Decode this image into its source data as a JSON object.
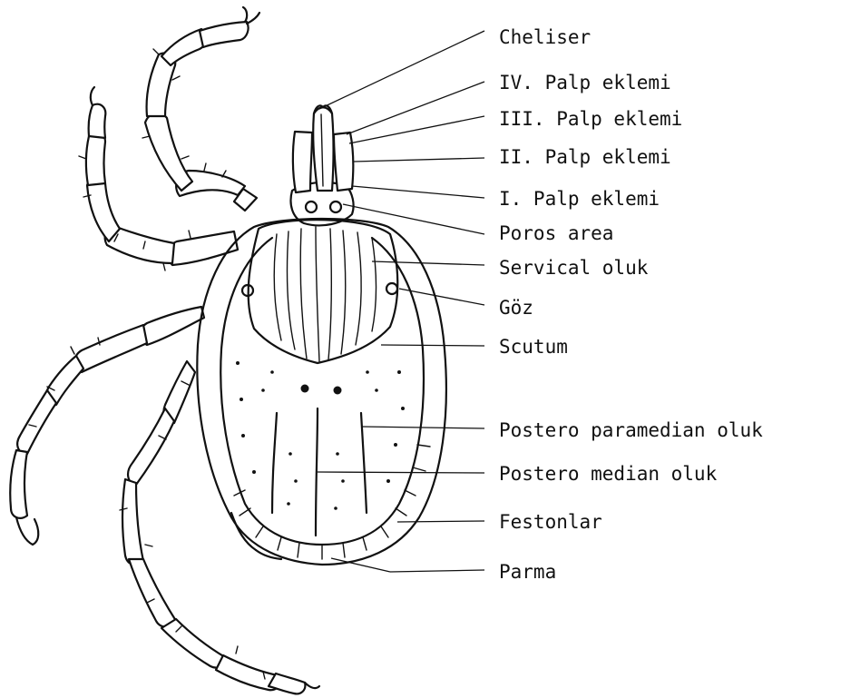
{
  "labels": {
    "cheliser": "Cheliser",
    "palp_iv": "IV. Palp eklemi",
    "palp_iii": "III. Palp eklemi",
    "palp_ii": "II. Palp eklemi",
    "palp_i": "I. Palp eklemi",
    "poros_area": "Poros area",
    "servical_oluk": "Servical oluk",
    "goz": "Göz",
    "scutum": "Scutum",
    "postero_paramedian_oluk": "Postero paramedian oluk",
    "postero_median_oluk": "Postero median oluk",
    "festonlar": "Festonlar",
    "parma": "Parma"
  },
  "colors": {
    "ink": "#111111",
    "background": "#ffffff"
  }
}
